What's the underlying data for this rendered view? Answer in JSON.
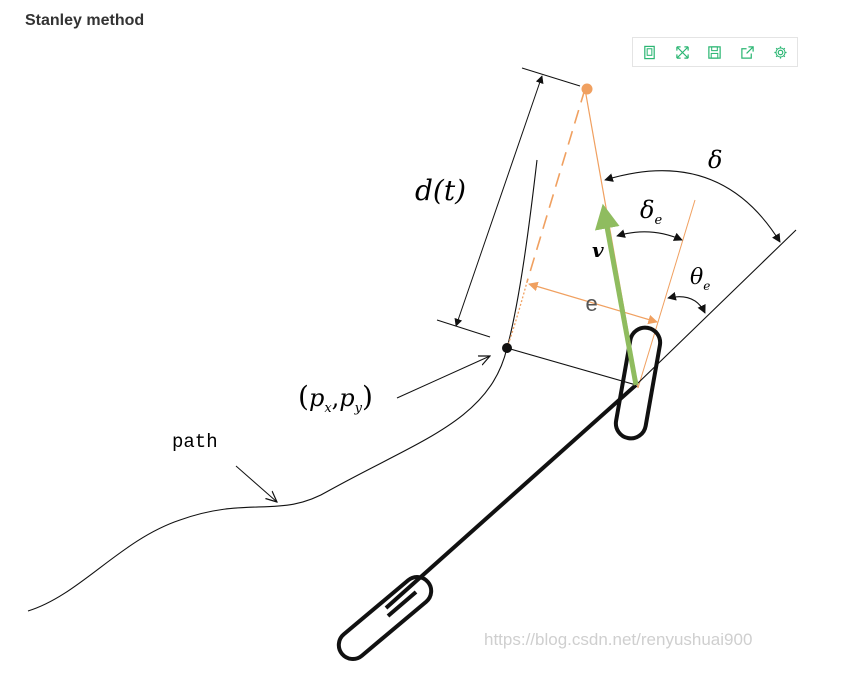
{
  "header": {
    "title": "Stanley method"
  },
  "toolbar": {
    "buttons": [
      {
        "name": "data-view",
        "icon": "data-view-icon"
      },
      {
        "name": "restore",
        "icon": "restore-icon"
      },
      {
        "name": "save-image",
        "icon": "save-icon"
      },
      {
        "name": "export",
        "icon": "export-icon"
      },
      {
        "name": "settings",
        "icon": "gear-icon"
      }
    ],
    "accent_color": "#2bb673"
  },
  "diagram": {
    "labels": {
      "d_open": "d(",
      "d_var": "t",
      "d_close": ")",
      "delta": "δ",
      "delta_e": "δ",
      "delta_e_sub": "e",
      "v": "v",
      "theta_e": "θ",
      "theta_e_sub": "e",
      "e": "e",
      "point_open": "(",
      "px": "p",
      "px_sub": "x",
      "comma": ",",
      "py": "p",
      "py_sub": "y",
      "point_close": ")",
      "path": "path"
    },
    "colors": {
      "orange": "#f0a060",
      "orange_dot": "#f0a060",
      "velocity": "#8fbc5f",
      "ink": "#111111"
    }
  },
  "watermark": "https://blog.csdn.net/renyushuai900"
}
